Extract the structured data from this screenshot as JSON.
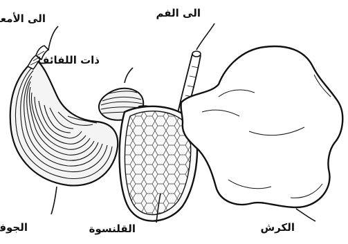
{
  "labels": {
    "to_intestines": "الى الأمعاء",
    "to_mouth": "الى الفم",
    "omasum": "ذات اللفائف",
    "abomasum": "الجوف",
    "reticulum": "القلنسوة",
    "rumen": "الكرش"
  },
  "colors": {
    "ink": "#111111",
    "paper": "#ffffff"
  }
}
